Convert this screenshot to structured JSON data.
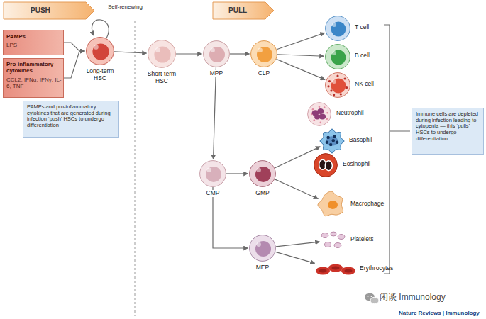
{
  "diagram": {
    "nodes": [
      {
        "text": [
          "PUSH"
        ]
      },
      {
        "text": [
          "PULL"
        ]
      },
      {
        "text": [
          "PAMPs",
          "LPS"
        ]
      },
      {
        "text": [
          "Pro-inflammatory cytokines",
          "CCL2, IFNα, IFNγ, IL-6, TNF"
        ]
      },
      {
        "text": [
          "PAMPs and pro-inflammatory cytokines that are generated during infection ‘push’ HSCs to undergo differentiation"
        ]
      },
      {
        "text": [
          "Long-term HSC"
        ]
      },
      {
        "text": [
          "Short-term HSC"
        ]
      },
      {
        "text": [
          "MPP"
        ]
      },
      {
        "text": [
          "CLP"
        ]
      },
      {
        "text": [
          "T cell"
        ]
      },
      {
        "text": [
          "B cell"
        ]
      },
      {
        "text": [
          "NK cell"
        ]
      },
      {
        "text": [
          "CMP"
        ]
      },
      {
        "text": [
          "GMP"
        ]
      },
      {
        "text": [
          "Neutrophil"
        ]
      },
      {
        "text": [
          "Basophil"
        ]
      },
      {
        "text": [
          "Eosinophil"
        ]
      },
      {
        "text": [
          "Macrophage"
        ]
      },
      {
        "text": [
          "MEP"
        ]
      },
      {
        "text": [
          "Platelets"
        ]
      },
      {
        "text": [
          "Erythrocytes"
        ]
      },
      {
        "text": [
          "Immune cells are depleted during infection leading to cytopenia — this ‘pulls’ HSCs to undergo differentiation"
        ]
      }
    ],
    "edges": [
      {
        "from": 2,
        "to": 5,
        "arrow": "to"
      },
      {
        "from": 3,
        "to": 5,
        "arrow": "to"
      },
      {
        "from": 5,
        "to": 6,
        "arrow": "to"
      },
      {
        "from": 6,
        "to": 7,
        "arrow": "to"
      },
      {
        "from": 7,
        "to": 8,
        "arrow": "to"
      },
      {
        "from": 7,
        "to": 12,
        "arrow": "to"
      },
      {
        "from": 8,
        "to": 9,
        "arrow": "to"
      },
      {
        "from": 8,
        "to": 10,
        "arrow": "to"
      },
      {
        "from": 8,
        "to": 11,
        "arrow": "to"
      },
      {
        "from": 12,
        "to": 13,
        "arrow": "to"
      },
      {
        "from": 12,
        "to": 18,
        "arrow": "to"
      },
      {
        "from": 13,
        "to": 15,
        "arrow": "to"
      },
      {
        "from": 13,
        "to": 17,
        "arrow": "to"
      },
      {
        "from": 18,
        "to": 19,
        "arrow": "to"
      },
      {
        "from": 18,
        "to": 20,
        "arrow": "to"
      }
    ],
    "labels": [
      "Self-renewing",
      "闲谈 Immunology",
      "Nature Reviews | Immunology"
    ]
  }
}
